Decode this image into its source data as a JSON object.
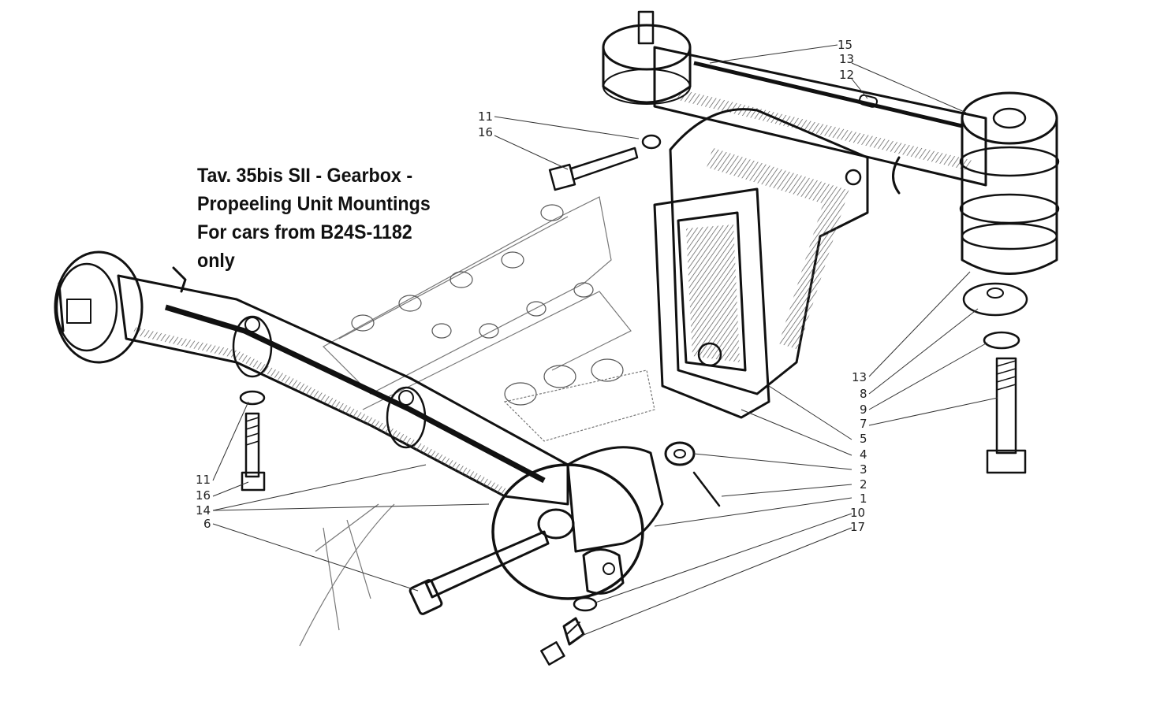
{
  "title_lines": [
    "Tav. 35bis SII - Gearbox -",
    "Propeeling Unit Mountings",
    "For cars from B24S-1182",
    "only"
  ],
  "callouts": [
    {
      "id": "c15",
      "text": "15"
    },
    {
      "id": "c13a",
      "text": "13"
    },
    {
      "id": "c12",
      "text": "12"
    },
    {
      "id": "c11a",
      "text": "11"
    },
    {
      "id": "c16a",
      "text": "16"
    },
    {
      "id": "c13b",
      "text": "13"
    },
    {
      "id": "c8",
      "text": "8"
    },
    {
      "id": "c9",
      "text": "9"
    },
    {
      "id": "c7",
      "text": "7"
    },
    {
      "id": "c5",
      "text": "5"
    },
    {
      "id": "c4",
      "text": "4"
    },
    {
      "id": "c3",
      "text": "3"
    },
    {
      "id": "c2",
      "text": "2"
    },
    {
      "id": "c1",
      "text": "1"
    },
    {
      "id": "c10",
      "text": "10"
    },
    {
      "id": "c17",
      "text": "17"
    },
    {
      "id": "c11b",
      "text": "11"
    },
    {
      "id": "c16b",
      "text": "16"
    },
    {
      "id": "c14",
      "text": "14"
    },
    {
      "id": "c6",
      "text": "6"
    }
  ],
  "colors": {
    "ink": "#111111",
    "background": "#ffffff",
    "hatch": "#555555"
  }
}
